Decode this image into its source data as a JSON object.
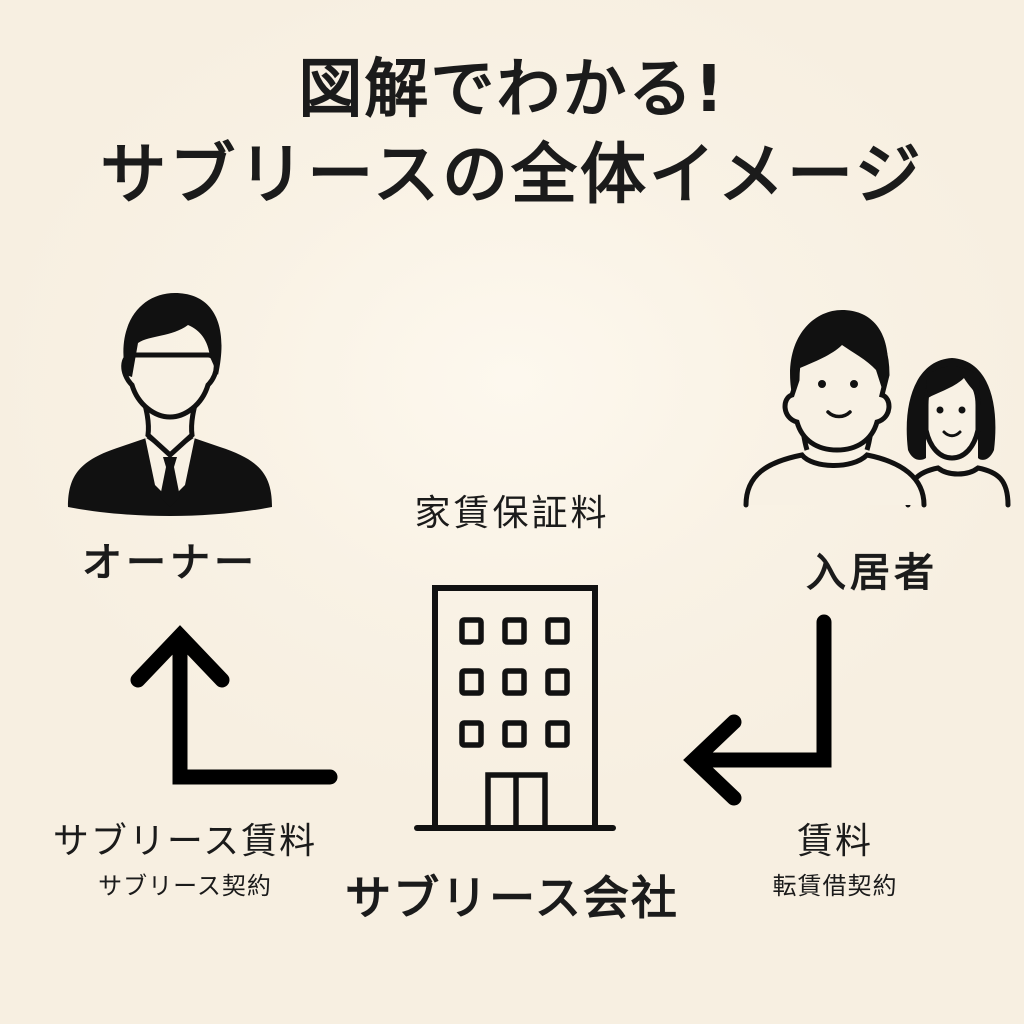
{
  "title": {
    "line1": "図解でわかる!",
    "line2": "サブリースの全体イメージ"
  },
  "nodes": {
    "owner": {
      "label": "オーナー",
      "icon": "businessman-icon"
    },
    "tenant": {
      "label": "入居者",
      "icon": "couple-icon"
    },
    "company": {
      "label": "サブリース会社",
      "icon": "building-icon"
    }
  },
  "flows": {
    "guarantee_fee": {
      "label": "家賃保証料"
    },
    "sublease_rent": {
      "label": "サブリース賃料",
      "contract": "サブリース契約",
      "direction": "company-to-owner",
      "icon": "arrow-up-icon"
    },
    "rent": {
      "label": "賃料",
      "contract": "転賃借契約",
      "direction": "tenant-to-company",
      "icon": "arrow-left-icon"
    }
  },
  "colors": {
    "background": "#f8f1e4",
    "ink": "#1b1b1b"
  }
}
